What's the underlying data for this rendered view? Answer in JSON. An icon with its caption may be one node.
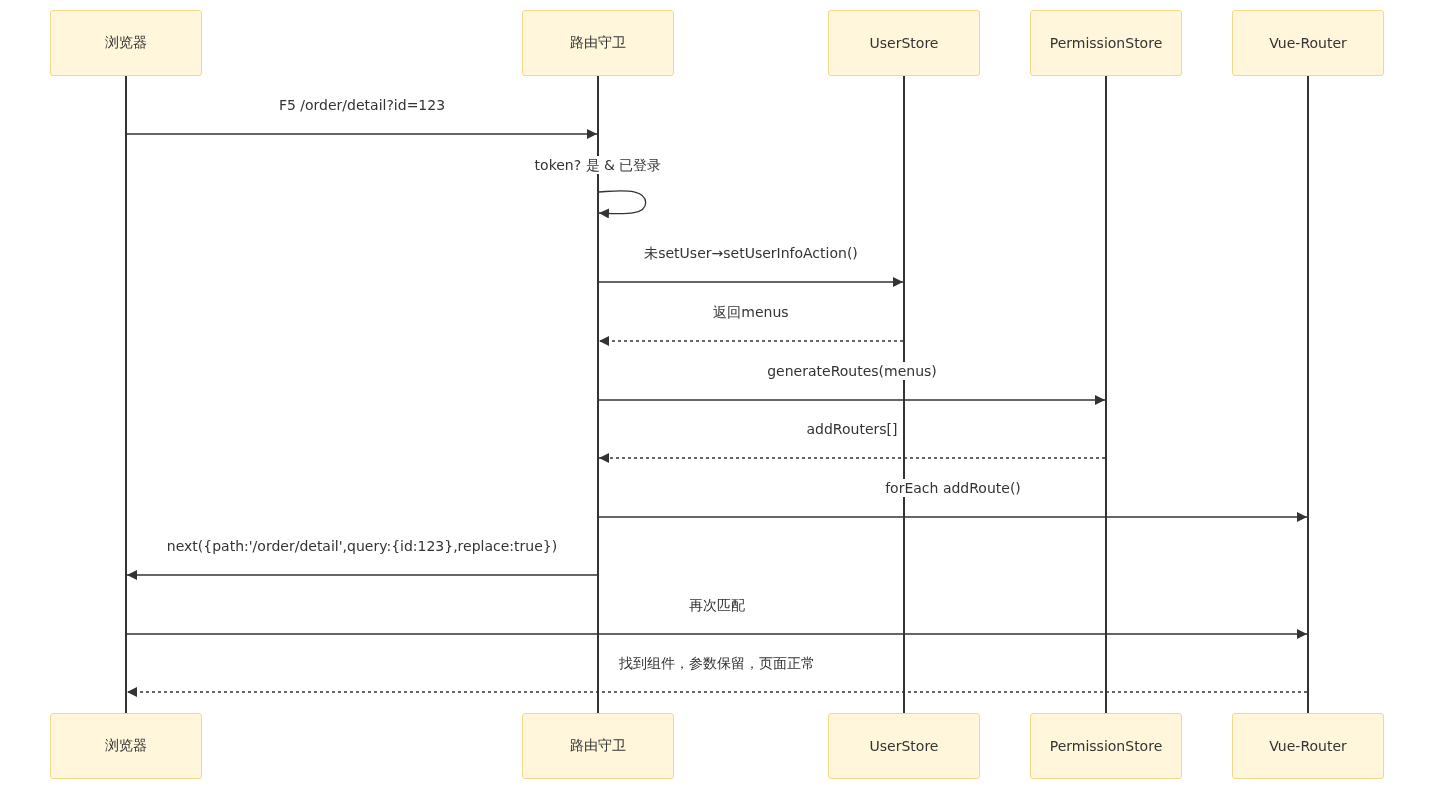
{
  "diagram": {
    "nodes": [
      {
        "text": [
          "浏览器"
        ]
      },
      {
        "text": [
          "路由守卫"
        ]
      },
      {
        "text": [
          "UserStore"
        ]
      },
      {
        "text": [
          "PermissionStore"
        ]
      },
      {
        "text": [
          "Vue-Router"
        ]
      },
      {
        "text": [],
        "shape": "line"
      },
      {
        "text": [],
        "shape": "line"
      },
      {
        "text": [],
        "shape": "line"
      },
      {
        "text": [],
        "shape": "line"
      },
      {
        "text": [],
        "shape": "line"
      },
      {
        "text": [
          "浏览器"
        ]
      },
      {
        "text": [
          "路由守卫"
        ]
      },
      {
        "text": [
          "UserStore"
        ]
      },
      {
        "text": [
          "PermissionStore"
        ]
      },
      {
        "text": [
          "Vue-Router"
        ]
      }
    ],
    "edges": [
      {
        "from": 5,
        "to": 6,
        "arrow": "to",
        "label": "F5 /order/detail?id=123"
      },
      {
        "from": 6,
        "to": 6,
        "arrow": "to",
        "label": "token? 是 & 已登录"
      },
      {
        "from": 6,
        "to": 7,
        "arrow": "to",
        "label": "未setUser→setUserInfoAction()"
      },
      {
        "from": 7,
        "to": 6,
        "arrow": "to",
        "label": "返回menus",
        "style": "dashed"
      },
      {
        "from": 6,
        "to": 8,
        "arrow": "to",
        "label": "generateRoutes(menus)"
      },
      {
        "from": 8,
        "to": 6,
        "arrow": "to",
        "label": "addRouters[]",
        "style": "dashed"
      },
      {
        "from": 6,
        "to": 9,
        "arrow": "to",
        "label": "forEach addRoute()"
      },
      {
        "from": 6,
        "to": 5,
        "arrow": "to",
        "label": "next({path:'/order/detail',query:{id:123},replace:true})"
      },
      {
        "from": 5,
        "to": 9,
        "arrow": "to",
        "label": "再次匹配"
      },
      {
        "from": 9,
        "to": 5,
        "arrow": "to",
        "label": "找到组件，参数保留，页面正常",
        "style": "dashed"
      }
    ]
  }
}
